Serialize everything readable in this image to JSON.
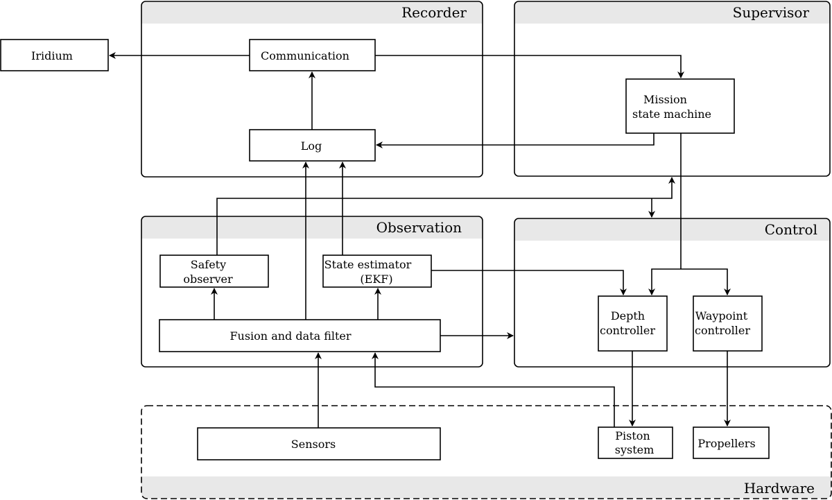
{
  "groups": {
    "recorder": "Recorder",
    "supervisor": "Supervisor",
    "observation": "Observation",
    "control": "Control",
    "hardware": "Hardware"
  },
  "boxes": {
    "iridium": [
      "Iridium"
    ],
    "communication": [
      "Communication"
    ],
    "log": [
      "Log"
    ],
    "mission": [
      "Mission",
      "state machine"
    ],
    "safety": [
      "Safety",
      "observer"
    ],
    "estimator": [
      "State estimator",
      "(EKF)"
    ],
    "fusion": [
      "Fusion and data filter"
    ],
    "depth": [
      "Depth",
      "controller"
    ],
    "waypoint": [
      "Waypoint",
      "controller"
    ],
    "sensors": [
      "Sensors"
    ],
    "piston": [
      "Piston",
      "system"
    ],
    "propellers": [
      "Propellers"
    ]
  }
}
